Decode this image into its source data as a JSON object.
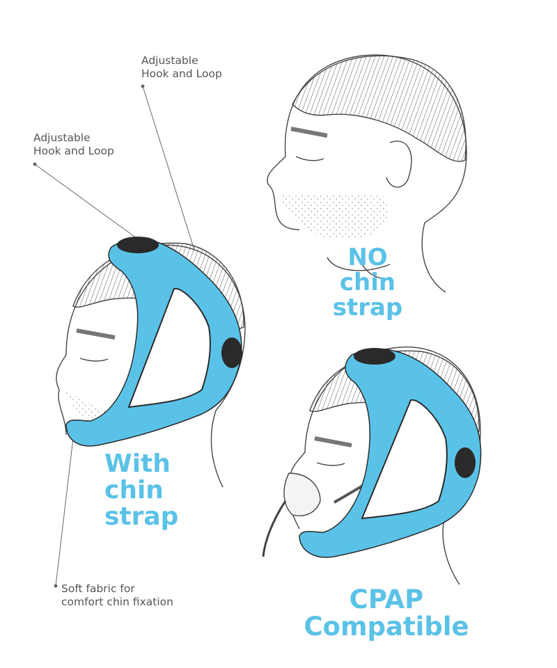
{
  "colors": {
    "accent": "#5bc2e7",
    "strap_dark": "#2a2a2a",
    "outline": "#444444",
    "text": "#555555"
  },
  "callouts": {
    "top": "Adjustable\nHook and Loop",
    "left": "Adjustable\nHook and Loop",
    "bottom": "Soft fabric for\ncomfort chin fixation"
  },
  "headlines": {
    "no_strap": "NO\nchin\nstrap",
    "with_strap": "With\nchin\nstrap",
    "cpap": "CPAP\nCompatible"
  }
}
